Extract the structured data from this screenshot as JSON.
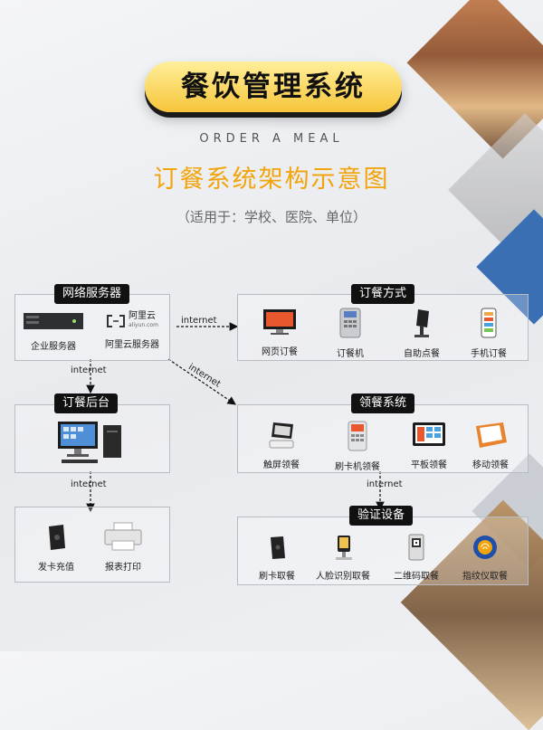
{
  "header": {
    "title": "餐饮管理系统",
    "subtitle_en": "ORDER A MEAL",
    "subtitle_cn": "订餐系统架构示意图",
    "note": "（适用于：学校、医院、单位）"
  },
  "sections": {
    "servers": {
      "title": "网络服务器",
      "items": [
        "企业服务器",
        "阿里云服务器"
      ],
      "aliyun_logo": "阿里云",
      "aliyun_domain": "aliyun.com"
    },
    "ordering": {
      "title": "订餐方式",
      "items": [
        "网页订餐",
        "订餐机",
        "自助点餐",
        "手机订餐"
      ]
    },
    "backend": {
      "title": "订餐后台"
    },
    "pickup": {
      "title": "领餐系统",
      "items": [
        "触屏领餐",
        "刷卡机领餐",
        "平板领餐",
        "移动领餐"
      ]
    },
    "card": {
      "items": [
        "发卡充值",
        "报表打印"
      ]
    },
    "verify": {
      "title": "验证设备",
      "items": [
        "刷卡取餐",
        "人脸识别取餐",
        "二维码取餐",
        "指纹仪取餐"
      ]
    }
  },
  "connectors": {
    "servers_to_ordering": "internet",
    "servers_to_backend": "internet",
    "servers_to_pickup": "internet",
    "backend_to_card": "internet",
    "pickup_to_verify": "internet"
  },
  "colors": {
    "accent": "#f2a40d",
    "title_bg": "#f7c53a",
    "tag_bg": "#111111",
    "deco_blue": "#3b6fb4"
  }
}
